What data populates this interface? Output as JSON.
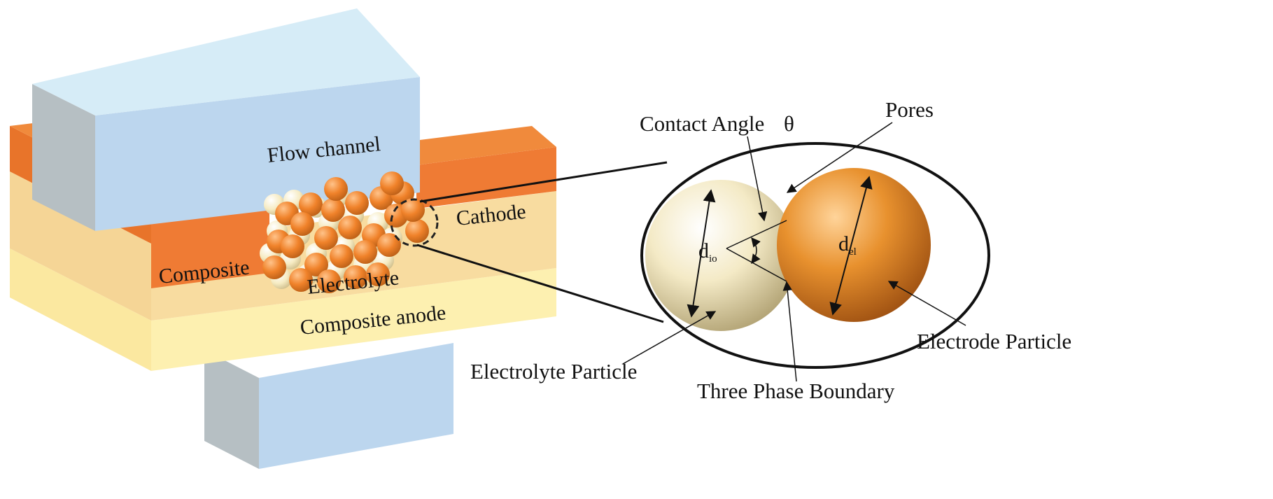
{
  "labels": {
    "flow_channel": "Flow channel",
    "cathode": "Cathode",
    "composite": "Composite",
    "electrolyte": "Electrolyte",
    "composite_anode": "Composite anode",
    "contact_angle": "Contact Angle",
    "theta": "θ",
    "pores": "Pores",
    "d_io_main": "d",
    "d_io_sub": "io",
    "d_el_main": "d",
    "d_el_sub": "el",
    "electrolyte_particle": "Electrolyte Particle",
    "electrode_particle": "Electrode Particle",
    "three_phase_boundary": "Three Phase Boundary"
  },
  "colors": {
    "flow_channel_top": "#d6ecf7",
    "flow_channel_front": "#bcd6ee",
    "flow_channel_side": "#b6bfc3",
    "cathode_top": "#f08a3c",
    "cathode_front": "#ef7b34",
    "electrolyte_layer": "#f8dca0",
    "anode_layer": "#fdf0b0",
    "electrode_particle": "#e8862c",
    "electrolyte_particle": "#f6ebc2"
  }
}
